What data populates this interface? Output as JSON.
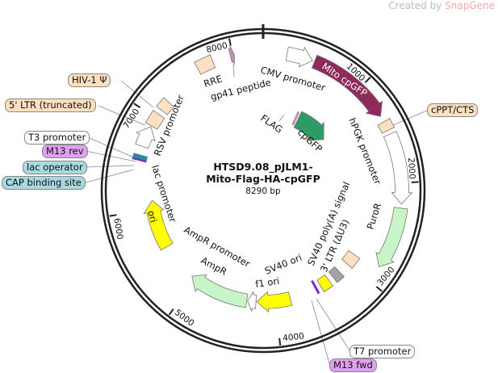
{
  "brand": {
    "prefix": "Created by",
    "name": "SnapGene"
  },
  "plasmid": {
    "name_line1": "HTSD9.08_pJLM1-",
    "name_line2": "Mito-Flag-HA-cpGFP",
    "length_label": "8290 bp",
    "length_bp": 8290
  },
  "ticks": [
    {
      "bp": 1000,
      "label": "1000"
    },
    {
      "bp": 2000,
      "label": "2000"
    },
    {
      "bp": 3000,
      "label": "3000"
    },
    {
      "bp": 4000,
      "label": "4000"
    },
    {
      "bp": 5000,
      "label": "5000"
    },
    {
      "bp": 6000,
      "label": "6000"
    },
    {
      "bp": 7000,
      "label": "7000"
    },
    {
      "bp": 8000,
      "label": "8000"
    }
  ],
  "features": [
    {
      "id": "cmv-promoter",
      "label": "CMV promoter",
      "start": 230,
      "end": 480,
      "lane": "outer",
      "color": "#ffffff",
      "type": "arrow"
    },
    {
      "id": "mito-cpgfp",
      "label": "Mito cpGFP",
      "start": 500,
      "end": 1330,
      "lane": "outer",
      "color": "#8e2a5c",
      "type": "arrow"
    },
    {
      "id": "cpgfp",
      "label": "cpGFP",
      "start": 600,
      "end": 1150,
      "lane": "inner2",
      "color": "#2e9a64",
      "type": "arrow"
    },
    {
      "id": "cppt-cts",
      "label": "cPPT/CTS",
      "start": 1390,
      "end": 1480,
      "lane": "outer",
      "color": "#fde0c0",
      "type": "box"
    },
    {
      "id": "hpgk-promoter",
      "label": "hPGK promoter",
      "start": 1520,
      "end": 2200,
      "lane": "outer",
      "color": "#ffffff",
      "type": "arrow"
    },
    {
      "id": "puror",
      "label": "PuroR",
      "start": 2240,
      "end": 2840,
      "lane": "outer",
      "color": "#c8f5c8",
      "type": "arrow"
    },
    {
      "id": "3-ltr",
      "label": "3' LTR (ΔU3)",
      "start": 2880,
      "end": 3020,
      "lane": "inner",
      "color": "#fde0c0",
      "type": "box"
    },
    {
      "id": "sv40-polya",
      "label": "SV40 poly(A) signal",
      "start": 3150,
      "end": 3250,
      "lane": "inner",
      "color": "#a0a4a8",
      "type": "box"
    },
    {
      "id": "sv40-ori",
      "label": "SV40 ori",
      "start": 3310,
      "end": 3430,
      "lane": "inner",
      "color": "#ffff00",
      "type": "box"
    },
    {
      "id": "f1-ori",
      "label": "f1 ori",
      "start": 3820,
      "end": 4220,
      "lane": "inner",
      "color": "#ffff00",
      "type": "arrow"
    },
    {
      "id": "ampr-promoter",
      "label": "AmpR promoter",
      "start": 4230,
      "end": 4330,
      "lane": "inner",
      "color": "#ffffff",
      "type": "arrow"
    },
    {
      "id": "ampr",
      "label": "AmpR",
      "start": 4340,
      "end": 5060,
      "lane": "inner",
      "color": "#c8f5c8",
      "type": "arrow"
    },
    {
      "id": "ori",
      "label": "ori",
      "start": 5520,
      "end": 6100,
      "lane": "inner",
      "color": "#ffff00",
      "type": "arrow"
    },
    {
      "id": "rsv-promoter",
      "label": "RSV promoter",
      "start": 6680,
      "end": 6900,
      "lane": "mid",
      "color": "#ffffff",
      "type": "arrow"
    },
    {
      "id": "5-ltr",
      "label": "5' LTR (truncated)",
      "start": 6910,
      "end": 7050,
      "lane": "mid",
      "color": "#fde0c0",
      "type": "box"
    },
    {
      "id": "hiv-psi",
      "label": "HIV-1 Ψ",
      "start": 7100,
      "end": 7210,
      "lane": "mid",
      "color": "#fde0c0",
      "type": "box"
    },
    {
      "id": "rre",
      "label": "RRE",
      "start": 7640,
      "end": 7800,
      "lane": "outer",
      "color": "#fde0c0",
      "type": "box"
    },
    {
      "id": "gp41",
      "label": "gp41 peptide",
      "start": 7975,
      "end": 8015,
      "lane": "outer",
      "color": "#c58fb3",
      "type": "arrow"
    }
  ],
  "small_sites": {
    "flag": "FLAG",
    "t3": "T3 promoter",
    "m13rev": "M13 rev",
    "lac_operator": "lac operator",
    "cap": "CAP binding site",
    "lac_promoter": "lac promoter",
    "t7": "T7 promoter",
    "m13fwd": "M13 fwd"
  },
  "callout_colors": {
    "peach": "#fde0c0",
    "purple": "#e0a0f0",
    "teal": "#a8d8e0"
  }
}
